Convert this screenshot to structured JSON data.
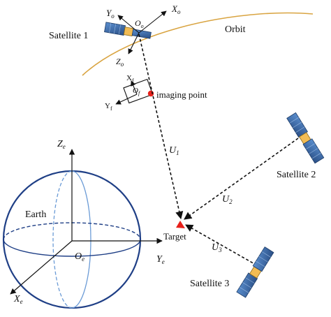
{
  "labels": {
    "satellite1": "Satellite 1",
    "satellite2": "Satellite 2",
    "satellite3": "Satellite 3",
    "orbit": "Orbit",
    "imaging_point": "imaging point",
    "target": "Target",
    "earth": "Earth"
  },
  "orbit_frame": {
    "x": "X",
    "y": "Y",
    "z": "Z",
    "sub": "o",
    "origin": "O",
    "origin_sub": "o"
  },
  "focal_frame": {
    "x": "X",
    "x_sub": "f",
    "y": "Y",
    "y_sub": "f",
    "origin": "O",
    "origin_sub": "f"
  },
  "earth_frame": {
    "x": "X",
    "y": "Y",
    "z": "Z",
    "sub": "e",
    "origin": "O",
    "origin_sub": "e"
  },
  "vectors": [
    {
      "name": "U",
      "sub": "1"
    },
    {
      "name": "U",
      "sub": "2"
    },
    {
      "name": "U",
      "sub": "3"
    }
  ],
  "colors": {
    "orbit": "#d9a441",
    "earth_outline": "#1f3f86",
    "earth_inner": "#6b9bd6",
    "target": "#e8201a",
    "imaging_point": "#e8201a",
    "panel": "#3d6ea8",
    "bus": "#f2bc54"
  }
}
